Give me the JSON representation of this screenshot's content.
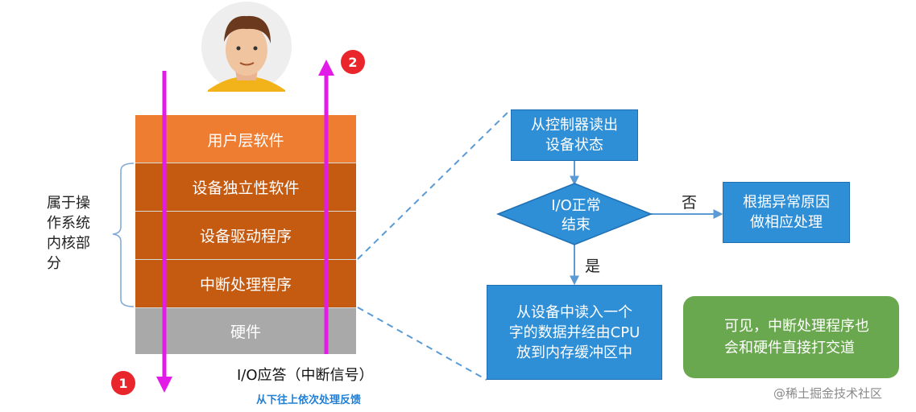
{
  "layers": {
    "user_software": "用户层软件",
    "device_independent": "设备独立性软件",
    "device_driver": "设备驱动程序",
    "interrupt_handler": "中断处理程序",
    "hardware": "硬件"
  },
  "kernel_label": "属于操\n作系统\n内核部\n分",
  "badges": {
    "one": "1",
    "two": "2"
  },
  "io_response_label": "I/O应答（中断信号）",
  "bottom_up_label": "从下往上依次处理反馈",
  "flow": {
    "read_status": "从控制器读出\n设备状态",
    "io_normal_end": "I/O正常\n结束",
    "no": "否",
    "yes": "是",
    "handle_exception": "根据异常原因\n做相应处理",
    "read_data": "从设备中读入一个\n字的数据并经由CPU\n放到内存缓冲区中"
  },
  "note": "可见，中断处理程序也\n会和硬件直接打交道",
  "watermark": "@稀土掘金技术社区",
  "colors": {
    "user_layer": "#ee7d32",
    "kernel_layers": "#c55a11",
    "hardware": "#a9a9a9",
    "flow_box": "#2e8ed6",
    "note": "#6aa84f",
    "arrow": "#e21ce6",
    "badge": "#e8262b"
  }
}
